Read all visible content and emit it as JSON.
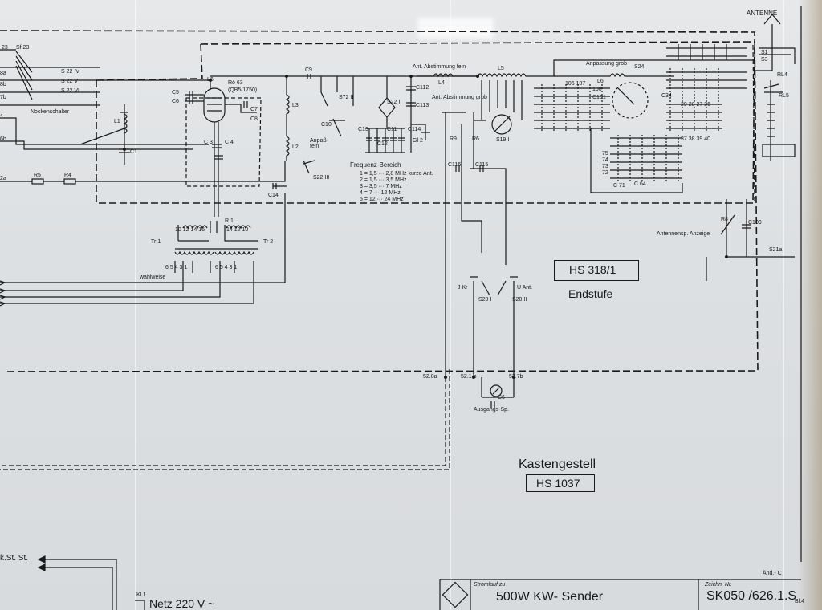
{
  "labels": {
    "antenne": "ANTENNE",
    "s23": "23",
    "sf23": "Sf 23",
    "s1": "S1",
    "s3": "S3",
    "rl4": "RL4",
    "rl5": "RL5",
    "t8a": "8a",
    "t8b": "8b",
    "t7b": "7b",
    "t4": "4",
    "t6b": "6b",
    "t2a": "2a",
    "s22iv": "S 22 IV",
    "s22v": "S 22 V",
    "s22vi": "S 22 VI",
    "nockenschalter": "Nockenschalter",
    "l1": "L1",
    "c1": "C1",
    "c5": "C5",
    "c6": "C6",
    "c7": "C7",
    "c8": "C8",
    "ro63": "Rö 63",
    "qb": "(QB5/1750)",
    "l6": "L6",
    "c3": "C 3",
    "c4": "C 4",
    "r5": "R5",
    "r4": "R4",
    "c9": "C9",
    "l3": "L3",
    "l2": "L2",
    "c14": "C14",
    "s72": "S72 II",
    "c10": "C10",
    "anpassung_fein": "Anpaß-fein",
    "s22iii": "S22 III",
    "s22i": "S22 I",
    "c13": "C13",
    "c11": "C11",
    "c12": "C12",
    "c112": "C112",
    "c113": "C113",
    "c114": "C114",
    "gl2": "Gl 2",
    "ant_fein": "Ant. Abstimmung fein",
    "ant_grob": "Ant. Abstimmung grob",
    "l4": "L4",
    "l5": "L5",
    "r9": "R9",
    "r6": "R6",
    "s19": "S19 I",
    "c116": "C116",
    "c115": "C115",
    "freq_title": "Frequenz-Bereich",
    "freq_rows": [
      "1 = 1,5 ··· 2,8 MHz  kurze Ant.",
      "2 = 1,5 ··· 3,5 MHz",
      "3 = 3,5 ··· 7    MHz",
      "4 = 7 ··· 12    MHz",
      "5 = 12 ··· 24  MHz"
    ],
    "anpassung_grob": "Anpassung grob",
    "s24": "S24",
    "l6b": "L6",
    "c101": "C101",
    "c102": "106 107",
    "c108": "108",
    "c34": "C34",
    "c71": "C 71",
    "c64": "C 64",
    "row_75": "75",
    "row_74": "74",
    "row_73": "73",
    "row_72": "72",
    "nums_37": "37  38  39  40",
    "nums_29": "29  28  27  26",
    "r8": "R8",
    "c109": "C109",
    "antennensp": "Antennensp. Anzeige",
    "s21a": "S21a",
    "r1": "R 1",
    "tr1": "Tr 1",
    "tr2": "Tr 2",
    "wahlweise": "wahlweise",
    "tr1_top": "10  12  14  16",
    "tr2_top": "14  12    10",
    "tr1_bot": "6  5  4  3   1",
    "tr2_bot": "6  5  4  3   1",
    "hs318": "HS 318/1",
    "endstufe": "Endstufe",
    "jkr": "J Kr",
    "uant": "U Ant.",
    "s20i": "S20 I",
    "s20ii": "S20 II",
    "n528a": "52.8a",
    "n521b": "52.1 b",
    "n527b": "52.7b",
    "c6b": "C6",
    "ausgangs": "Ausgangs-Sp.",
    "kastengestell": "Kastengestell",
    "hs1037": "HS 1037",
    "kstst": "k.St. St.",
    "kl1": "KL1",
    "netz": "Netz 220 V ~",
    "and_c": "Änd.- C",
    "stromlauf": "Stromlauf zu",
    "title": "500W  KW- Sender",
    "zeichn": "Zeichn. Nr.",
    "drawing_no": "SK050 /626.1.S",
    "bl": "Bl.4"
  }
}
